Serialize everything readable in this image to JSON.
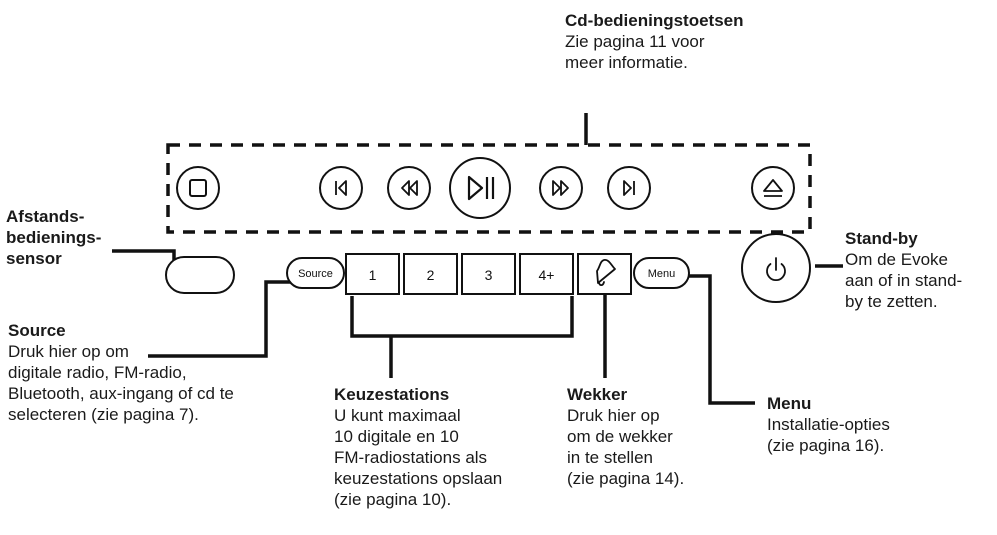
{
  "labels": {
    "cd": {
      "title": "Cd-bedieningstoetsen",
      "lines": [
        "Zie pagina 11 voor",
        "meer informatie."
      ]
    },
    "sensor": {
      "lines": [
        "Afstands-",
        "bedienings-",
        "sensor"
      ]
    },
    "standby": {
      "title": "Stand-by",
      "lines": [
        "Om de Evoke",
        "aan of in stand-",
        "by te zetten."
      ]
    },
    "source": {
      "title": "Source",
      "lines": [
        "Druk hier op om",
        "digitale radio, FM-radio,",
        "Bluetooth, aux-ingang of cd te",
        "selecteren (zie pagina 7)."
      ]
    },
    "presets": {
      "title": "Keuzestations",
      "lines": [
        "U kunt maximaal",
        "10 digitale en 10",
        "FM-radiostations als",
        "keuzestations opslaan",
        "(zie pagina 10)."
      ]
    },
    "alarm": {
      "title": "Wekker",
      "lines": [
        "Druk hier op",
        "om de wekker",
        "in te stellen",
        "(zie pagina 14)."
      ]
    },
    "menu": {
      "title": "Menu",
      "lines": [
        "Installatie-opties",
        "(zie pagina 16)."
      ]
    }
  },
  "buttons": {
    "source": "Source",
    "presets": [
      "1",
      "2",
      "3",
      "4+"
    ],
    "menu": "Menu"
  },
  "icons": {
    "stop": "stop-icon",
    "previous": "skip-previous-icon",
    "rewind": "rewind-icon",
    "play_pause": "play-pause-icon",
    "fast_forward": "fast-forward-icon",
    "next": "skip-next-icon",
    "eject": "eject-icon",
    "alarm": "bell-icon",
    "power": "power-icon"
  }
}
